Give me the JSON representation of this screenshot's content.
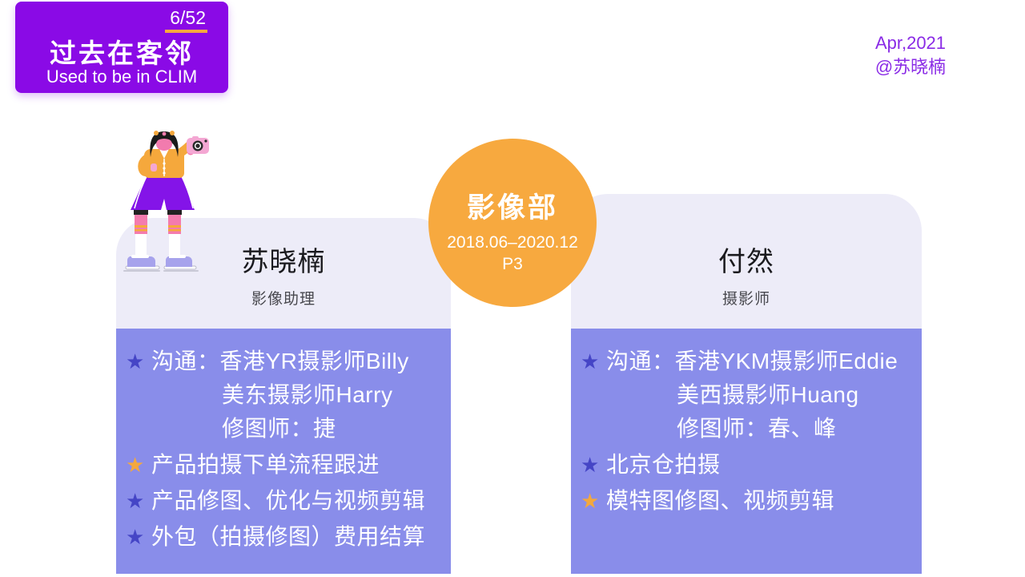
{
  "header": {
    "page_indicator": "6/52",
    "title": "过去在客邻",
    "subtitle": "Used to be in CLIM"
  },
  "meta": {
    "date": "Apr,2021",
    "author": "@苏晓楠"
  },
  "department_badge": {
    "name": "影像部",
    "period": "2018.06–2020.12",
    "level": "P3"
  },
  "cards": [
    {
      "name": "苏晓楠",
      "role": "影像助理",
      "items": [
        {
          "star": "blue",
          "lines": [
            "沟通：香港YR摄影师Billy",
            "美东摄影师Harry",
            "修图师：捷"
          ]
        },
        {
          "star": "orange",
          "lines": [
            "产品拍摄下单流程跟进"
          ]
        },
        {
          "star": "blue",
          "lines": [
            "产品修图、优化与视频剪辑"
          ]
        },
        {
          "star": "blue",
          "lines": [
            "外包（拍摄修图）费用结算"
          ]
        }
      ]
    },
    {
      "name": "付然",
      "role": "摄影师",
      "items": [
        {
          "star": "blue",
          "lines": [
            "沟通：香港YKM摄影师Eddie",
            "美西摄影师Huang",
            "修图师：春、峰"
          ]
        },
        {
          "star": "blue",
          "lines": [
            "北京仓拍摄"
          ]
        },
        {
          "star": "orange",
          "lines": [
            "模特图修图、视频剪辑"
          ]
        }
      ]
    }
  ],
  "icons": {
    "bullet": "star-icon",
    "illustration": "girl-with-camera"
  },
  "colors": {
    "accent_purple": "#8A0AE6",
    "meta_purple": "#8A2BE6",
    "card_body_purple": "#898DEA",
    "card_head_lavender": "#EDECF8",
    "badge_orange": "#F7A93F",
    "underline_orange": "#F7A83D",
    "star_blue": "#4545C6",
    "star_orange": "#F3A83E",
    "text_white": "#FFFFFF"
  }
}
